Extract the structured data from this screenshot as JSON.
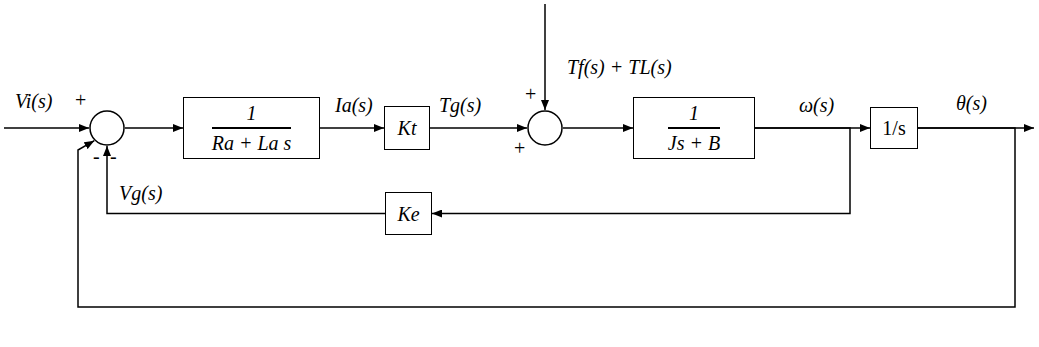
{
  "diagram": {
    "nodes": [
      {
        "text": [
          "+",
          "-",
          "-"
        ]
      },
      {
        "text": [
          "1",
          "Ra + La s"
        ]
      },
      {
        "text": [
          "Kt"
        ]
      },
      {
        "text": [
          "+",
          "+"
        ]
      },
      {
        "text": [
          "1",
          "Js + B"
        ]
      },
      {
        "text": [
          "1/s"
        ]
      },
      {
        "text": [
          "Ke"
        ]
      }
    ],
    "edges": [
      {
        "from": 0,
        "to": 1,
        "arrow": "to"
      },
      {
        "from": 1,
        "to": 2,
        "label": "Ia(s)",
        "arrow": "to"
      },
      {
        "from": 2,
        "to": 3,
        "label": "Tg(s)",
        "arrow": "to"
      },
      {
        "from": 3,
        "to": 4,
        "arrow": "to"
      },
      {
        "from": 4,
        "to": 5,
        "label": "ω(s)",
        "arrow": "to"
      },
      {
        "from": 4,
        "to": 6,
        "arrow": "to"
      },
      {
        "from": 6,
        "to": 0,
        "label": "Vg(s)",
        "arrow": "to"
      },
      {
        "from": 5,
        "to": 0,
        "arrow": "to"
      }
    ],
    "labels": [
      "Vi(s)",
      "Tf(s) + TL(s)",
      "θ(s)"
    ]
  }
}
